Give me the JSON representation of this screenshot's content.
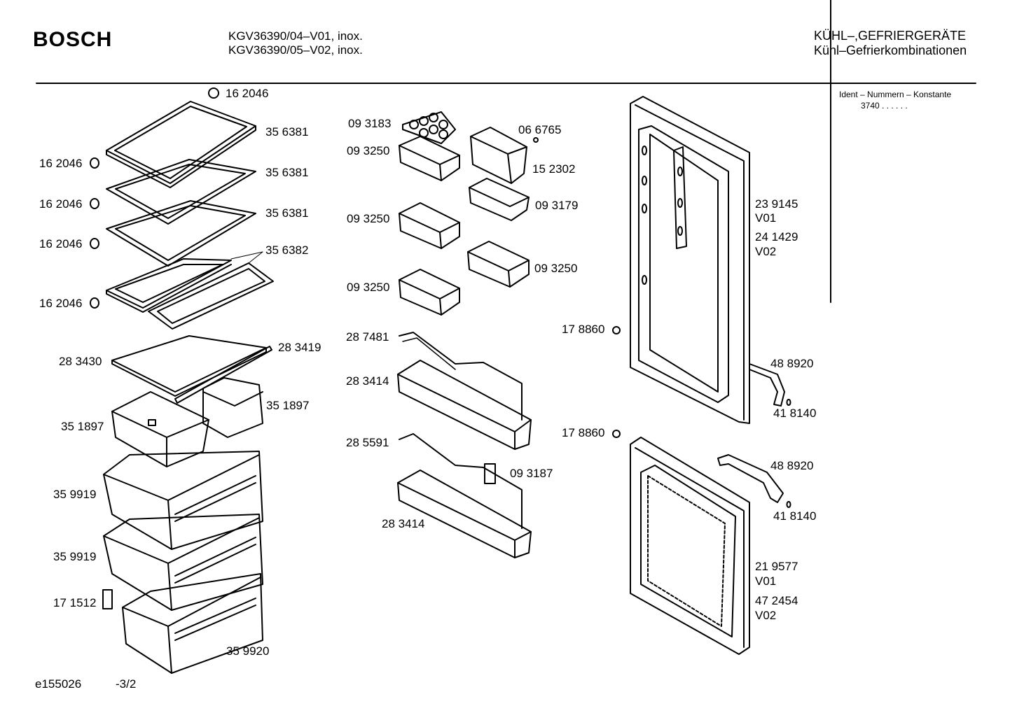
{
  "header": {
    "brand": "BOSCH",
    "models": [
      "KGV36390/04–V01, inox.",
      "KGV36390/05–V02, inox."
    ],
    "category": [
      "KÜHL–,GEFRIERGERÄTE",
      "Kühl–Gefrierkombinationen"
    ],
    "ident_label": "Ident – Nummern – Konstante",
    "ident_value": "3740  .  .   .  .  .  ."
  },
  "parts": {
    "p162046_top": "16 2046",
    "p356381_a": "35 6381",
    "p356381_b": "35 6381",
    "p356381_c": "35 6381",
    "p356382": "35 6382",
    "p162046_1": "16 2046",
    "p162046_2": "16 2046",
    "p162046_3": "16 2046",
    "p162046_4": "16 2046",
    "p283430": "28 3430",
    "p283419": "28 3419",
    "p351897_a": "35 1897",
    "p351897_b": "35 1897",
    "p359919_a": "35 9919",
    "p359919_b": "35 9919",
    "p171512": "17 1512",
    "p359920": "35 9920",
    "p093183": "09 3183",
    "p093250_a": "09 3250",
    "p093250_b": "09 3250",
    "p093250_c": "09 3250",
    "p093250_d": "09 3250",
    "p066765": "06 6765",
    "p152302": "15 2302",
    "p093179": "09 3179",
    "p287481": "28 7481",
    "p283414_a": "28 3414",
    "p285591": "28 5591",
    "p093187": "09 3187",
    "p283414_b": "28 3414",
    "p239145": "23 9145",
    "v01_a": "V01",
    "p241429": "24 1429",
    "v02_a": "V02",
    "p178860_a": "17 8860",
    "p488920_a": "48 8920",
    "p418140_a": "41 8140",
    "p178860_b": "17 8860",
    "p488920_b": "48 8920",
    "p418140_b": "41 8140",
    "p219577": "21 9577",
    "v01_b": "V01",
    "p472454": "47 2454",
    "v02_b": "V02"
  },
  "footer": {
    "code": "e155026",
    "page": "-3/2"
  }
}
